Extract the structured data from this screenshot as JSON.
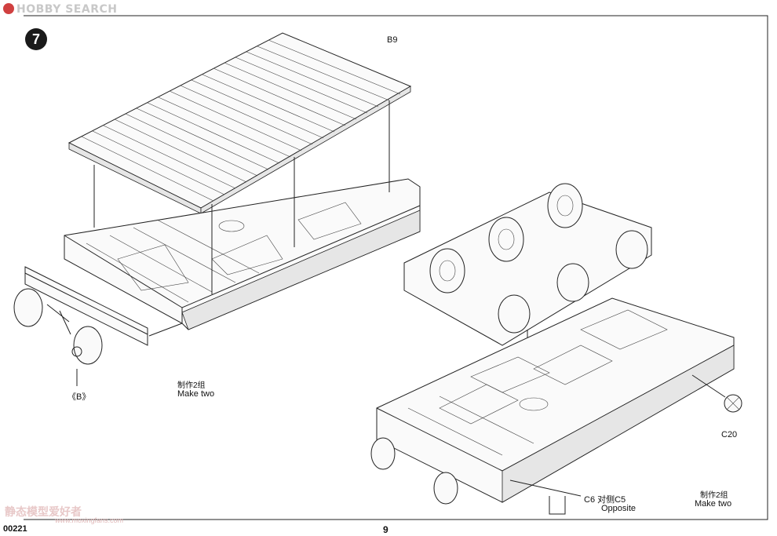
{
  "watermark": {
    "logo_text": "HOBBY SEARCH",
    "bottom_text": "静态模型爱好者",
    "bottom_url": "www.moxingfans.com"
  },
  "step": {
    "number": "7"
  },
  "labels": {
    "b9": "B9",
    "b_ref": "《B》",
    "make_two_cn_1": "制作2组",
    "make_two_1": "Make two",
    "c20": "C20",
    "c6": "C6 对侧C5",
    "opposite": "Opposite",
    "make_two_cn_2": "制作2组",
    "make_two_2": "Make two"
  },
  "footer": {
    "part_number": "00221",
    "page": "9"
  }
}
